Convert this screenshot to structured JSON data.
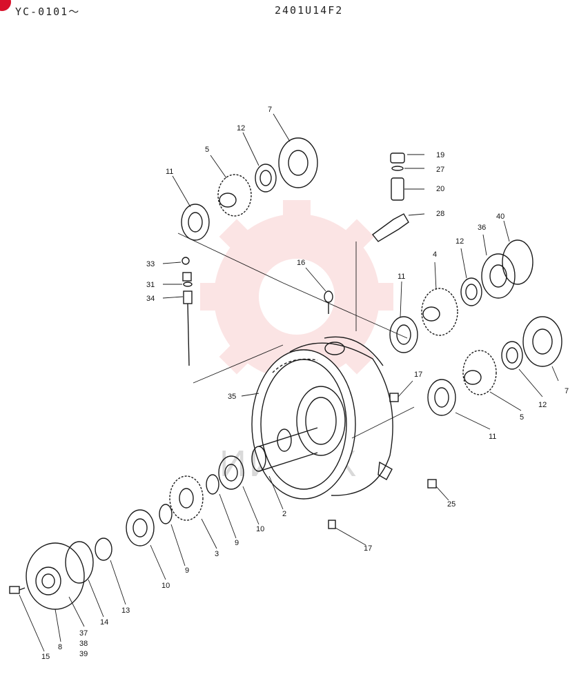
{
  "header": {
    "model_code": "YC-0101～",
    "part_number": "2401U14F2"
  },
  "watermark": {
    "text": "ИИТЕХ"
  },
  "callouts": [
    {
      "id": "label-7-top",
      "text": "7"
    },
    {
      "id": "label-12-top",
      "text": "12"
    },
    {
      "id": "label-5-top",
      "text": "5"
    },
    {
      "id": "label-11-top",
      "text": "11"
    },
    {
      "id": "label-19",
      "text": "19"
    },
    {
      "id": "label-27",
      "text": "27"
    },
    {
      "id": "label-20",
      "text": "20"
    },
    {
      "id": "label-28",
      "text": "28"
    },
    {
      "id": "label-40",
      "text": "40"
    },
    {
      "id": "label-36",
      "text": "36"
    },
    {
      "id": "label-12-right",
      "text": "12"
    },
    {
      "id": "label-4",
      "text": "4"
    },
    {
      "id": "label-33",
      "text": "33"
    },
    {
      "id": "label-16",
      "text": "16"
    },
    {
      "id": "label-11-mid",
      "text": "11"
    },
    {
      "id": "label-31",
      "text": "31"
    },
    {
      "id": "label-34",
      "text": "34"
    },
    {
      "id": "label-17-right",
      "text": "17"
    },
    {
      "id": "label-35",
      "text": "35"
    },
    {
      "id": "label-7-right",
      "text": "7"
    },
    {
      "id": "label-12-lower",
      "text": "12"
    },
    {
      "id": "label-5-lower",
      "text": "5"
    },
    {
      "id": "label-11-lower",
      "text": "11"
    },
    {
      "id": "label-25",
      "text": "25"
    },
    {
      "id": "label-2",
      "text": "2"
    },
    {
      "id": "label-10-mid",
      "text": "10"
    },
    {
      "id": "label-9-mid",
      "text": "9"
    },
    {
      "id": "label-3",
      "text": "3"
    },
    {
      "id": "label-9-low",
      "text": "9"
    },
    {
      "id": "label-10-low",
      "text": "10"
    },
    {
      "id": "label-17-bottom",
      "text": "17"
    },
    {
      "id": "label-13",
      "text": "13"
    },
    {
      "id": "label-14",
      "text": "14"
    },
    {
      "id": "label-37",
      "text": "37"
    },
    {
      "id": "label-38",
      "text": "38"
    },
    {
      "id": "label-39",
      "text": "39"
    },
    {
      "id": "label-8",
      "text": "8"
    },
    {
      "id": "label-15",
      "text": "15"
    }
  ]
}
